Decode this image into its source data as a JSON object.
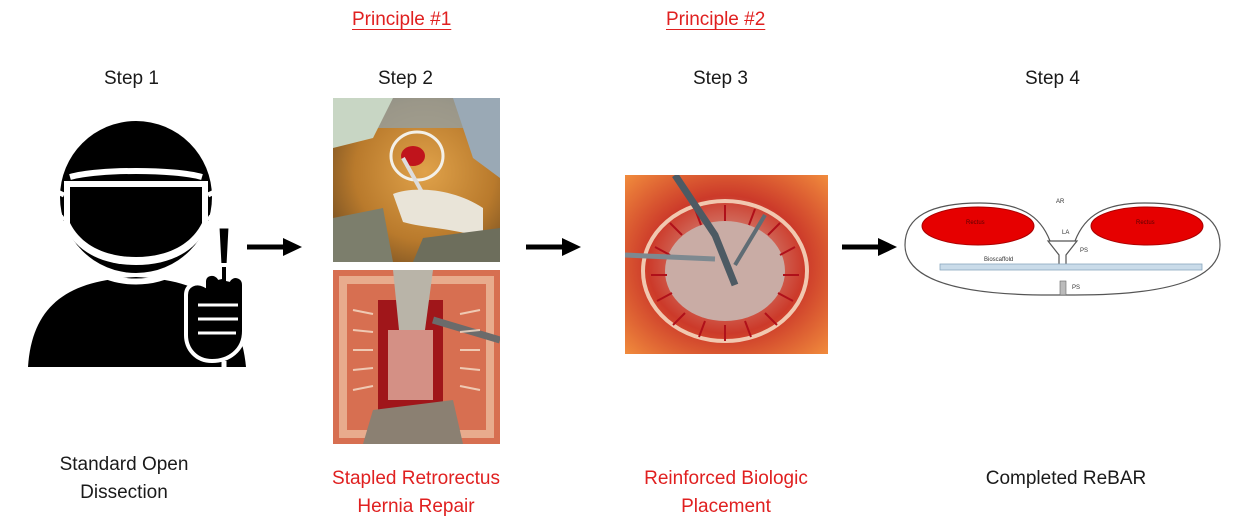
{
  "principles": [
    {
      "label": "Principle #1"
    },
    {
      "label": "Principle #2"
    }
  ],
  "steps": [
    {
      "label": "Step 1",
      "caption_lines": [
        "Standard Open",
        "Dissection"
      ],
      "caption_color": "#1a1a1a"
    },
    {
      "label": "Step 2",
      "caption_lines": [
        "Stapled Retrorectus",
        "Hernia Repair"
      ],
      "caption_color": "#e02020"
    },
    {
      "label": "Step 3",
      "caption_lines": [
        "Reinforced Biologic",
        "Placement"
      ],
      "caption_color": "#e02020"
    },
    {
      "label": "Step 4",
      "caption_lines": [
        "Completed ReBAR"
      ],
      "caption_color": "#1a1a1a"
    }
  ],
  "diagram_labels": {
    "left_muscle": "Rectus",
    "right_muscle": "Rectus",
    "ar": "AR",
    "la": "LA",
    "ps_upper": "PS",
    "scaffold": "Bioscaffold",
    "ps_lower": "PS"
  },
  "colors": {
    "accent_red": "#e02020",
    "muscle_red": "#e60000",
    "icon_black": "#000000",
    "scaffold_blue": "#c9dbe9"
  }
}
